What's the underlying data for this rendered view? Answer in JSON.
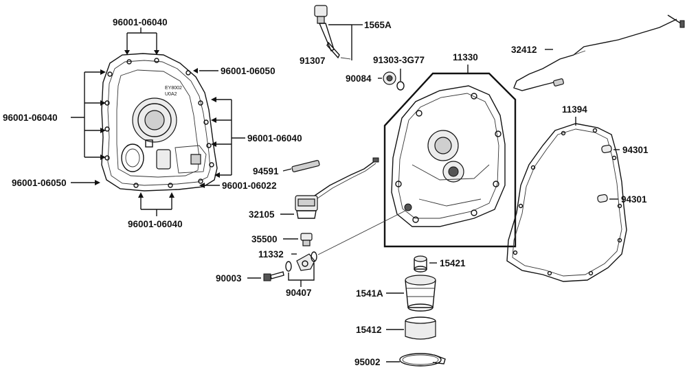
{
  "diagram": {
    "labels": {
      "l_96001_06040_top": "96001-06040",
      "l_96001_06050_top": "96001-06050",
      "l_96001_06040_left": "96001-06040",
      "l_96001_06040_right": "96001-06040",
      "l_96001_06050_left": "96001-06050",
      "l_96001_06022": "96001-06022",
      "l_96001_06040_bottom": "96001-06040",
      "l_1565A": "1565A",
      "l_91307": "91307",
      "l_91303_3G77": "91303-3G77",
      "l_90084": "90084",
      "l_11330": "11330",
      "l_32412": "32412",
      "l_11394": "11394",
      "l_94301_a": "94301",
      "l_94301_b": "94301",
      "l_94591": "94591",
      "l_32105": "32105",
      "l_35500": "35500",
      "l_11332": "11332",
      "l_90003": "90003",
      "l_90407": "90407",
      "l_15421": "15421",
      "l_1541A": "1541A",
      "l_15412": "15412",
      "l_95002": "95002"
    },
    "cover_text": {
      "line1": "EY8002",
      "line2": "U0A2"
    }
  }
}
